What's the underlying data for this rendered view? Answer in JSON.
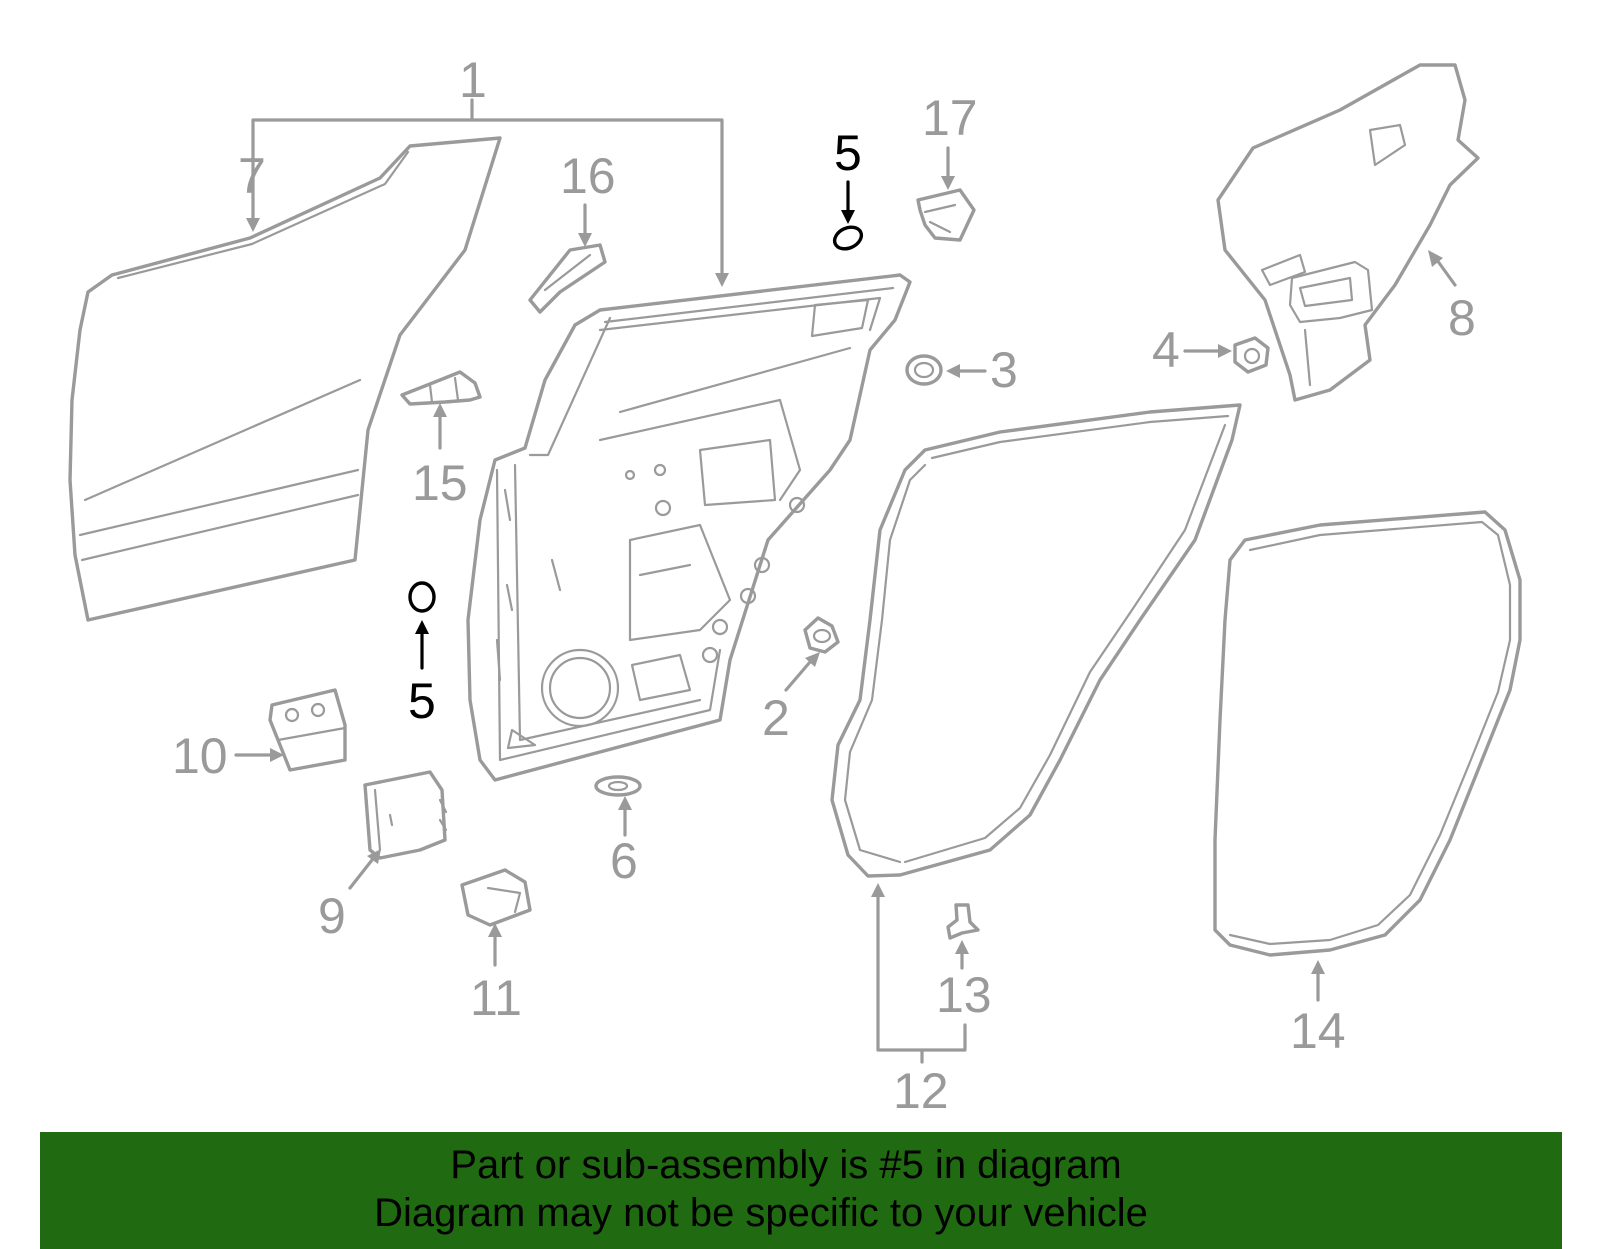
{
  "diagram": {
    "callouts": {
      "c1": "1",
      "c2": "2",
      "c3": "3",
      "c4": "4",
      "c5a": "5",
      "c5b": "5",
      "c6": "6",
      "c7": "7",
      "c8": "8",
      "c9": "9",
      "c10": "10",
      "c11": "11",
      "c12": "12",
      "c13": "13",
      "c14": "14",
      "c15": "15",
      "c16": "16",
      "c17": "17"
    },
    "highlighted_part": "5",
    "colors": {
      "part_stroke": "#9a9a9a",
      "highlight": "#000000",
      "banner": "#206b12"
    }
  },
  "banner": {
    "line1": "Part or sub-assembly is #5 in diagram",
    "line2": "Diagram may not be specific to your vehicle"
  }
}
